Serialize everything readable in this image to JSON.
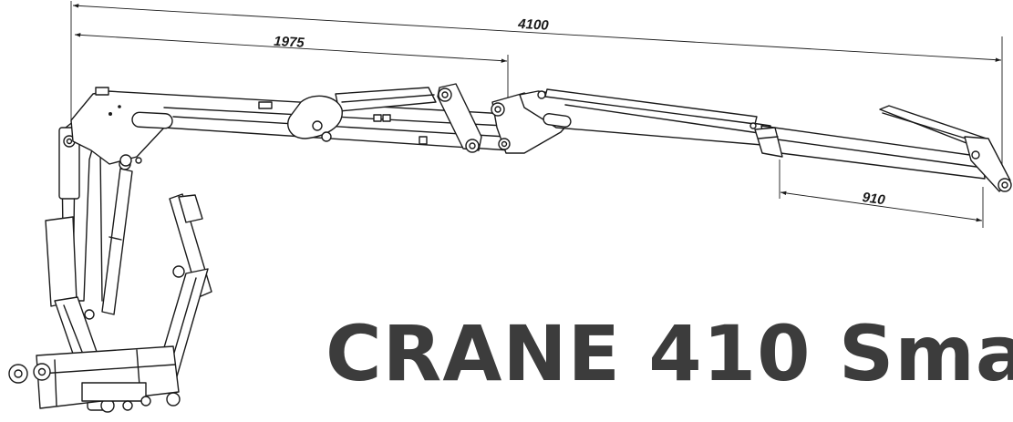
{
  "headline": "CRANE 410 Sma",
  "dimensions": {
    "total_reach": "4100",
    "first_boom": "1975",
    "extension": "910"
  },
  "colors": {
    "line": "#1a1a1a",
    "headline": "#3c3c3c",
    "background": "#ffffff"
  }
}
